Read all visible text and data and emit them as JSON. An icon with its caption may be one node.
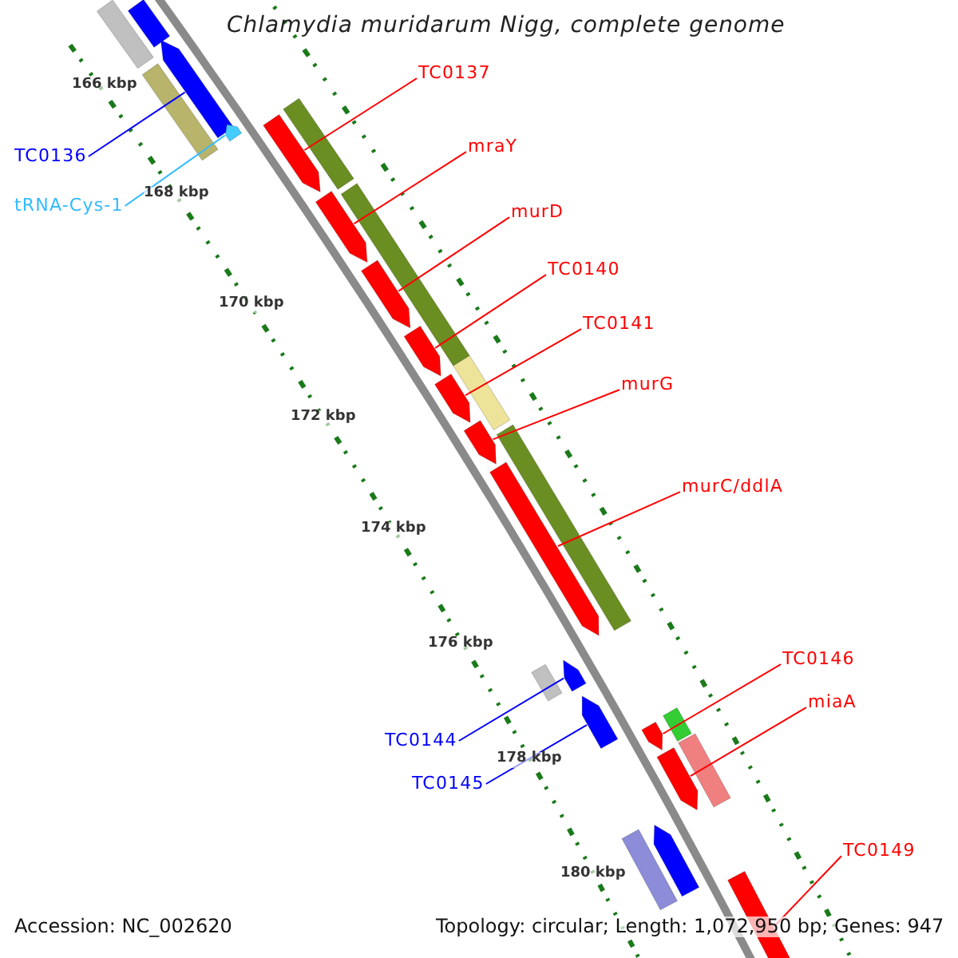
{
  "diagram": {
    "title": "Chlamydia muridarum Nigg, complete genome",
    "nodes": [
      {
        "text": [
          "TC0136"
        ]
      },
      {
        "text": [],
        "shape": "arrow"
      },
      {
        "text": [
          "tRNA-Cys-1"
        ]
      },
      {
        "text": [],
        "shape": "arrow"
      },
      {
        "text": [
          "TC0137"
        ]
      },
      {
        "text": [],
        "shape": "arrow"
      },
      {
        "text": [
          "mraY"
        ]
      },
      {
        "text": [],
        "shape": "arrow"
      },
      {
        "text": [
          "murD"
        ]
      },
      {
        "text": [],
        "shape": "arrow"
      },
      {
        "text": [
          "TC0140"
        ]
      },
      {
        "text": [],
        "shape": "arrow"
      },
      {
        "text": [
          "TC0141"
        ]
      },
      {
        "text": [],
        "shape": "arrow"
      },
      {
        "text": [
          "murG"
        ]
      },
      {
        "text": [],
        "shape": "arrow"
      },
      {
        "text": [
          "murC/ddlA"
        ]
      },
      {
        "text": [],
        "shape": "arrow"
      },
      {
        "text": [
          "TC0146"
        ]
      },
      {
        "text": [],
        "shape": "arrow"
      },
      {
        "text": [
          "miaA"
        ]
      },
      {
        "text": [],
        "shape": "arrow"
      },
      {
        "text": [
          "TC0144"
        ]
      },
      {
        "text": [],
        "shape": "arrow"
      },
      {
        "text": [
          "TC0145"
        ]
      },
      {
        "text": [],
        "shape": "arrow"
      },
      {
        "text": [
          "TC0149"
        ]
      },
      {
        "text": [],
        "shape": "arrow"
      },
      {
        "text": [],
        "shape": "box"
      },
      {
        "text": [],
        "shape": "box"
      },
      {
        "text": [],
        "shape": "box"
      },
      {
        "text": [],
        "shape": "box"
      },
      {
        "text": [],
        "shape": "box"
      },
      {
        "text": [],
        "shape": "box"
      },
      {
        "text": [],
        "shape": "box"
      },
      {
        "text": [],
        "shape": "box"
      },
      {
        "text": [],
        "shape": "box"
      },
      {
        "text": [],
        "shape": "box"
      },
      {
        "text": [],
        "shape": "arrow"
      },
      {
        "text": [],
        "shape": "box"
      }
    ],
    "edges": [
      {
        "from": 0,
        "to": 1,
        "arrow": "none",
        "color": "#0000ff"
      },
      {
        "from": 2,
        "to": 3,
        "arrow": "none",
        "color": "#33bbff"
      },
      {
        "from": 4,
        "to": 5,
        "arrow": "none"
      },
      {
        "from": 6,
        "to": 7,
        "arrow": "none"
      },
      {
        "from": 8,
        "to": 9,
        "arrow": "none"
      },
      {
        "from": 10,
        "to": 11,
        "arrow": "none"
      },
      {
        "from": 12,
        "to": 13,
        "arrow": "none"
      },
      {
        "from": 14,
        "to": 15,
        "arrow": "none"
      },
      {
        "from": 16,
        "to": 17,
        "arrow": "none"
      },
      {
        "from": 18,
        "to": 19,
        "arrow": "none"
      },
      {
        "from": 20,
        "to": 21,
        "arrow": "none"
      },
      {
        "from": 22,
        "to": 23,
        "arrow": "none",
        "color": "#0000ff"
      },
      {
        "from": 24,
        "to": 25,
        "arrow": "none",
        "color": "#0000ff"
      },
      {
        "from": 26,
        "to": 27,
        "arrow": "none"
      }
    ],
    "labels": [
      "166 kbp",
      "168 kbp",
      "170 kbp",
      "172 kbp",
      "174 kbp",
      "176 kbp",
      "178 kbp",
      "180 kbp",
      "Accession: NC_002620",
      "Topology: circular; Length: 1,072,950 bp; Genes: 947"
    ]
  }
}
